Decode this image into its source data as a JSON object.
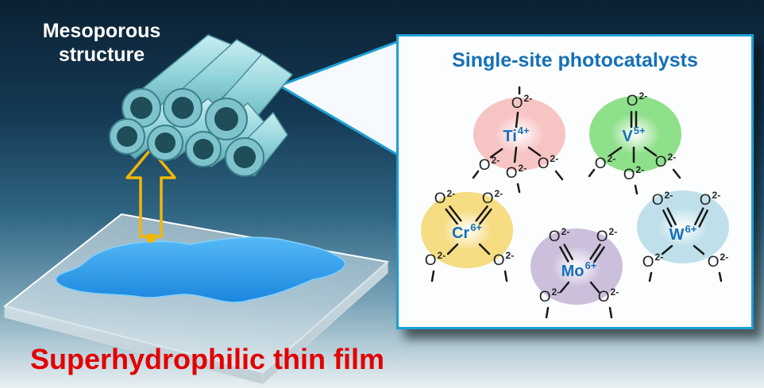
{
  "labels": {
    "mesoporous_line1": "Mesoporous",
    "mesoporous_line2": "structure",
    "film": "Superhydrophilic thin film",
    "panel_title": "Single-site photocatalysts"
  },
  "ligand": {
    "symbol": "O",
    "charge": "2-"
  },
  "sites": [
    {
      "metal": "Ti",
      "charge": "4+",
      "color": "#f7c4c4"
    },
    {
      "metal": "V",
      "charge": "5+",
      "color": "#8fe08a"
    },
    {
      "metal": "Cr",
      "charge": "6+",
      "color": "#f6dc82"
    },
    {
      "metal": "Mo",
      "charge": "6+",
      "color": "#cbbfdc"
    },
    {
      "metal": "W",
      "charge": "6+",
      "color": "#bfe0ea"
    }
  ],
  "colors": {
    "film_title": "#e30000",
    "panel_border": "#1ba0d6",
    "panel_title": "#1670b7",
    "tube": "#8fd2d9",
    "water": "#2fa3ec",
    "arrow": "#f2b705"
  }
}
